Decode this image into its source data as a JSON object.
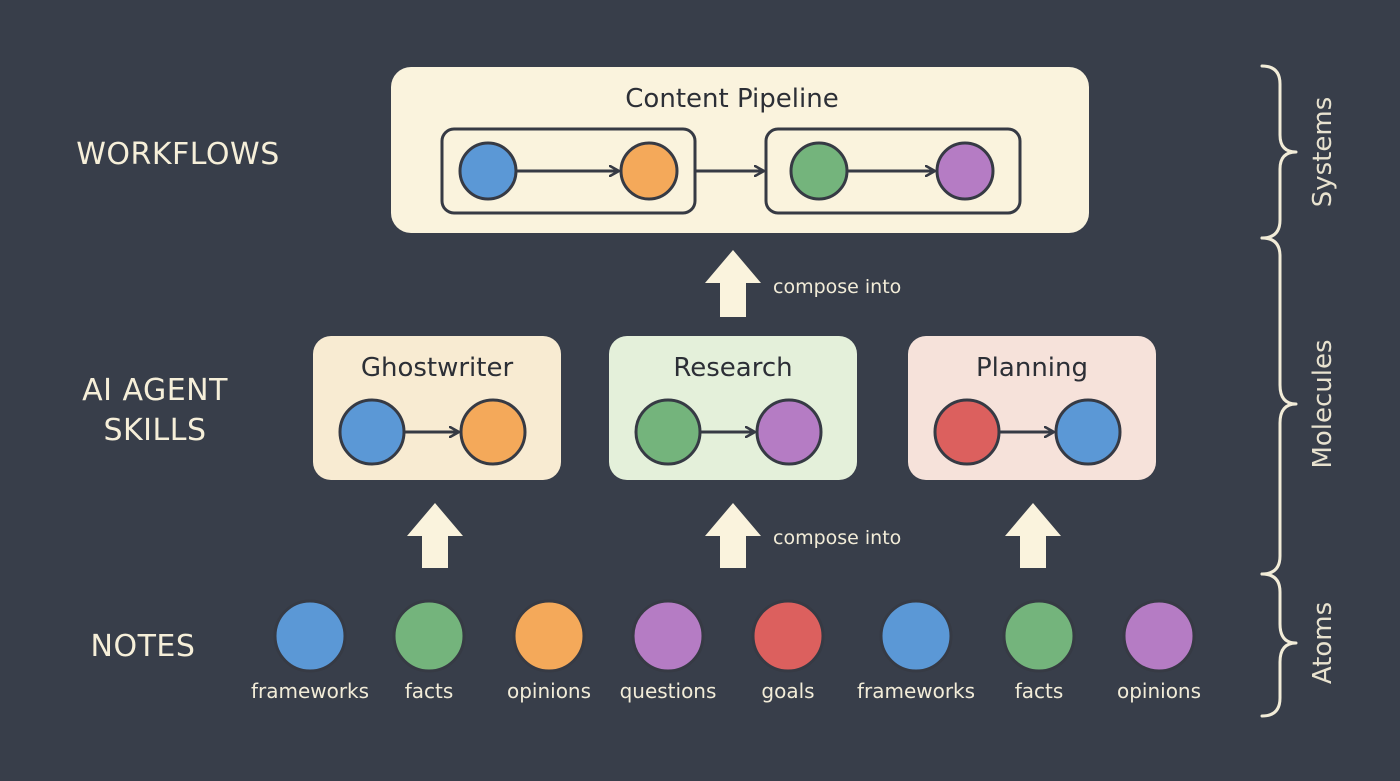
{
  "colors": {
    "background": "#383e4a",
    "cream": "#faf3dd",
    "skill_ghostwriter": "#f8ebd2",
    "skill_research": "#e4f0da",
    "skill_planning": "#f6e2da",
    "outline": "#363a44",
    "text_light": "#f6efd9",
    "blue": "#5b98d6",
    "orange": "#f4a95a",
    "green": "#74b47c",
    "purple": "#b57cc4",
    "red": "#dc605e"
  },
  "levels": {
    "workflows": "WORKFLOWS",
    "skills_line1": "AI AGENT",
    "skills_line2": "SKILLS",
    "notes": "NOTES"
  },
  "side": {
    "systems": "Systems",
    "molecules": "Molecules",
    "atoms": "Atoms"
  },
  "pipeline": {
    "title": "Content Pipeline",
    "nodes": [
      "blue",
      "orange",
      "green",
      "purple"
    ]
  },
  "skills": [
    {
      "title": "Ghostwriter",
      "nodes": [
        "blue",
        "orange"
      ]
    },
    {
      "title": "Research",
      "nodes": [
        "green",
        "purple"
      ]
    },
    {
      "title": "Planning",
      "nodes": [
        "red",
        "blue"
      ]
    }
  ],
  "compose_labels": {
    "top": "compose into",
    "bottom": "compose into"
  },
  "notes": [
    {
      "label": "frameworks",
      "color": "blue"
    },
    {
      "label": "facts",
      "color": "green"
    },
    {
      "label": "opinions",
      "color": "orange"
    },
    {
      "label": "questions",
      "color": "purple"
    },
    {
      "label": "goals",
      "color": "red"
    },
    {
      "label": "frameworks",
      "color": "blue"
    },
    {
      "label": "facts",
      "color": "green"
    },
    {
      "label": "opinions",
      "color": "purple"
    }
  ]
}
